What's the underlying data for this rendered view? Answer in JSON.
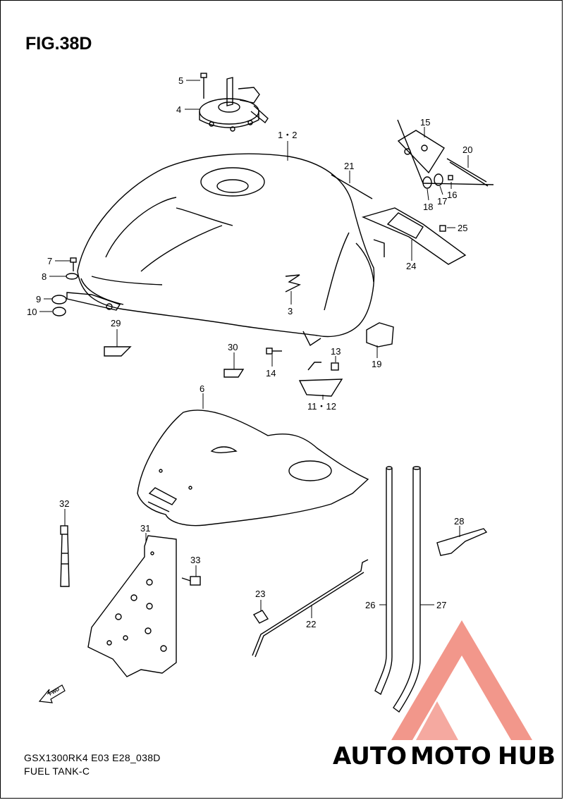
{
  "figure": {
    "title": "FIG.38D"
  },
  "footer": {
    "model_code": "GSX1300RK4 E03 E28_038D",
    "caption": "FUEL TANK-C"
  },
  "callouts": [
    "5",
    "4",
    "1・2",
    "7",
    "8",
    "9",
    "10",
    "3",
    "29",
    "30",
    "14",
    "13",
    "11・12",
    "15",
    "20",
    "21",
    "16",
    "17",
    "18",
    "25",
    "24",
    "19",
    "6",
    "32",
    "31",
    "33",
    "28",
    "23",
    "22",
    "26",
    "27"
  ],
  "icons": {
    "forward_arrow": "FWD"
  },
  "watermark": {
    "part1": "AUTO",
    "part2": "MOTO",
    "part3": "HUB",
    "colors": [
      "#f5a623",
      "#e8412c",
      "#3d3d3d"
    ]
  }
}
